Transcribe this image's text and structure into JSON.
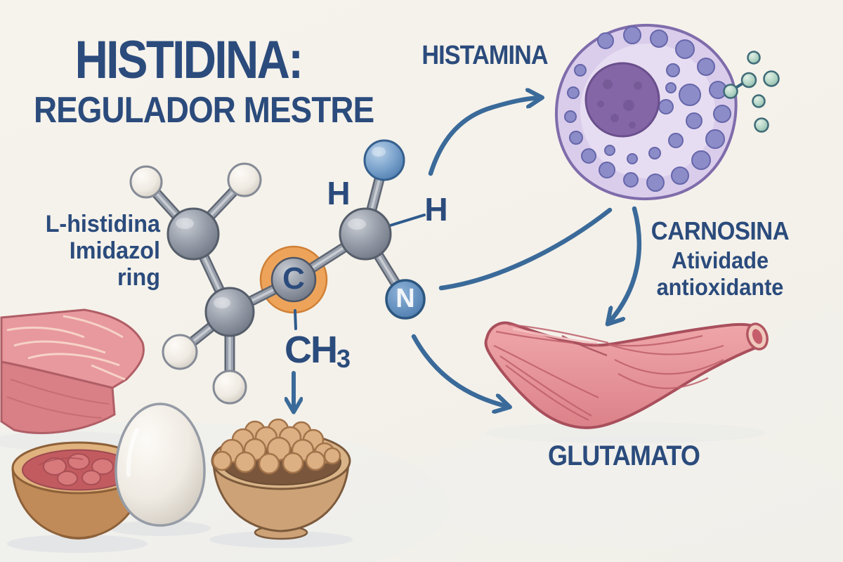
{
  "title": {
    "line1": "HISTIDINA:",
    "line2": "REGULADOR MESTRE"
  },
  "labels": {
    "histamina": "HISTAMINA",
    "molecule_caption": {
      "line1": "L-histidina",
      "line2": "Imidazol",
      "line3": "ring"
    },
    "carnosina": {
      "title": "CARNOSINA",
      "subtitle_line1": "Atividade",
      "subtitle_line2": "antioxidante"
    },
    "glutamato": "GLUTAMATO"
  },
  "molecule": {
    "central_carbon": "C",
    "nitrogen": "N",
    "hydrogen_left": "H",
    "hydrogen_right": "H",
    "methyl": "CH",
    "methyl_subscript": "3"
  },
  "colors": {
    "heading_text": "#2b4b7c",
    "arrow_blue": "#3a6a99",
    "cell_body_purple": "#d9cdeb",
    "cell_nucleus_purple": "#8466a6",
    "granule_purple": "#8c8cc8",
    "histamine_teal": "#b5d6c6",
    "muscle_pink": "#e59298",
    "carbon_gray": "#939aa6",
    "hydrogen_white": "#efeae2",
    "nitrogen_blue": "#6f9bc9",
    "alpha_carbon_highlight_orange": "#eda45a",
    "meat_pink": "#e8999d",
    "bowl_wood_brown": "#c08b58",
    "chickpea_tan": "#dcb083",
    "egg_white": "#f6f2ec",
    "background_cream": "#f4f1ea"
  }
}
